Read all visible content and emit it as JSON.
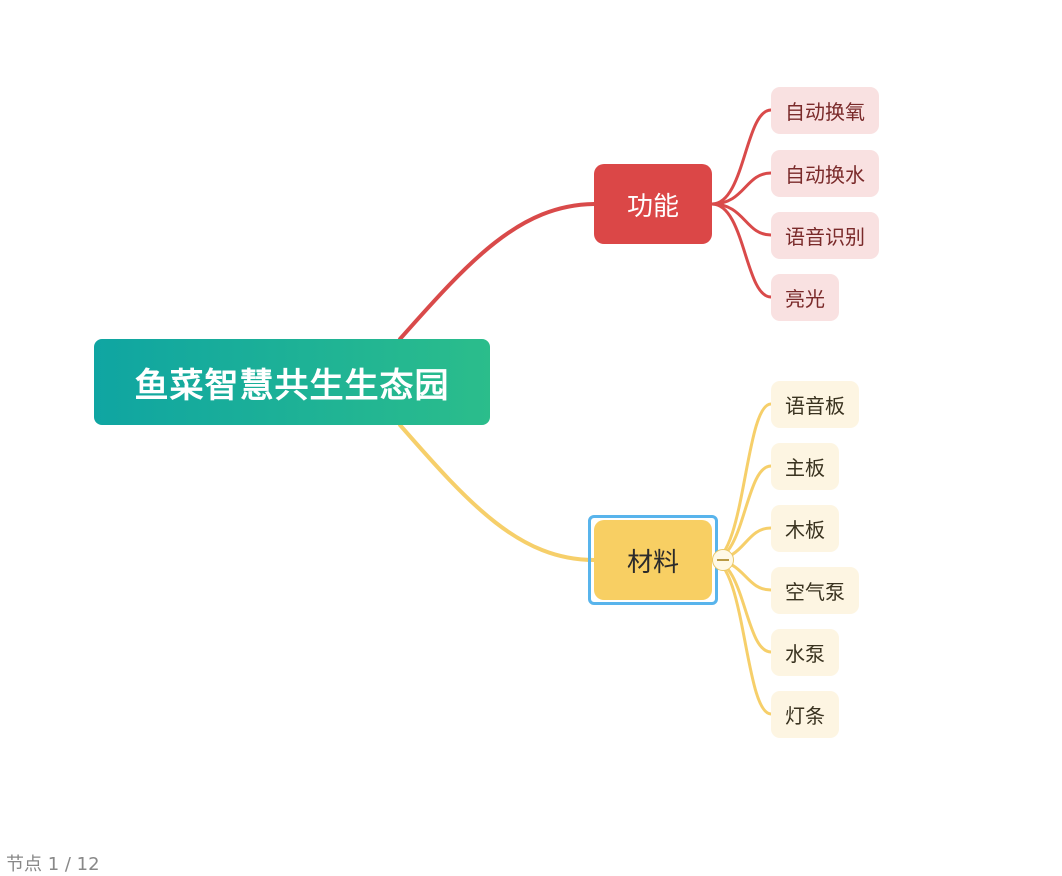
{
  "mindmap": {
    "root": {
      "label": "鱼菜智慧共生生态园"
    },
    "branches": [
      {
        "label": "功能",
        "color": "#db4747",
        "children": [
          "自动换氧",
          "自动换水",
          "语音识别",
          "亮光"
        ]
      },
      {
        "label": "材料",
        "color": "#f8cf63",
        "selected": true,
        "children": [
          "语音板",
          "主板",
          "木板",
          "空气泵",
          "水泵",
          "灯条"
        ]
      }
    ]
  },
  "colors": {
    "root_gradient": [
      "#0fa5a2",
      "#2bbd8b"
    ],
    "function_link": "#d94a4a",
    "material_link": "#f6cf6a",
    "selection_ring": "#58b4ec"
  },
  "icons": {
    "collapse": "minus-circle-icon"
  },
  "status": {
    "node_count_text": "节点 1 / 12"
  }
}
